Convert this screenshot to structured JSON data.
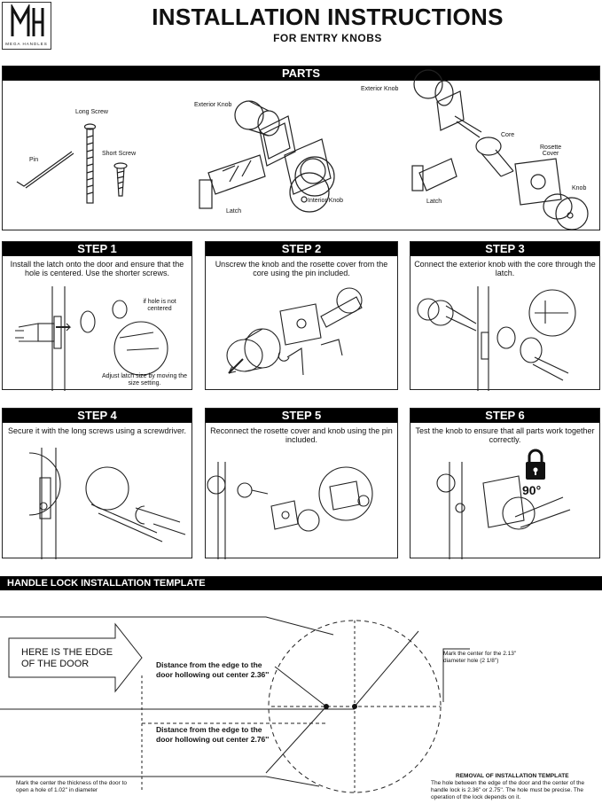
{
  "header": {
    "brand": "MEGA HANDLES",
    "title": "INSTALLATION INSTRUCTIONS",
    "subtitle": "FOR ENTRY KNOBS"
  },
  "parts": {
    "heading": "PARTS",
    "labels": {
      "pin": "Pin",
      "long_screw": "Long Screw",
      "short_screw": "Short Screw",
      "exterior_knob_1": "Exterior Knob",
      "latch_1": "Latch",
      "interior_knob": "Interior Knob",
      "exterior_knob_2": "Exterior Knob",
      "core": "Core",
      "rosette_cover": "Rosette\nCover",
      "latch_2": "Latch",
      "knob": "Knob"
    }
  },
  "steps": [
    {
      "title": "STEP 1",
      "text": "Install the latch onto the door and ensure that the hole is centered. Use the shorter screws.",
      "note1": "if hole is not centered",
      "note2": "Adjust latch size by moving the size setting."
    },
    {
      "title": "STEP 2",
      "text": "Unscrew the knob and the rosette cover from the core using the pin included."
    },
    {
      "title": "STEP 3",
      "text": "Connect the exterior knob with the core through the latch."
    },
    {
      "title": "STEP 4",
      "text": "Secure it with the long screws using a screwdriver."
    },
    {
      "title": "STEP 5",
      "text": "Reconnect the rosette cover and knob using the pin included."
    },
    {
      "title": "STEP 6",
      "text": "Test the knob to ensure that all parts work together correctly.",
      "angle": "90°"
    }
  ],
  "template": {
    "heading": "HANDLE LOCK INSTALLATION TEMPLATE",
    "arrow_text": "HERE IS THE EDGE OF THE DOOR",
    "dist1": "Distance from the edge to the door hollowing out center",
    "dist1_value": "2.36''",
    "dist2": "Distance from the edge to the door hollowing out center",
    "dist2_value": "2.76''",
    "mark_center": "Mark the center for the 2.13'' diameter hole (2 1/8'')",
    "mark_thickness": "Mark the center the thickness of the door to open a hole of 1.02'' in diameter",
    "removal_title": "REMOVAL OF INSTALLATION TEMPLATE",
    "removal_text": "The hole between the edge of the door and the center of the handle lock is 2.36'' or 2.75''. The hole must be precise. The operation of the lock depends on it."
  }
}
